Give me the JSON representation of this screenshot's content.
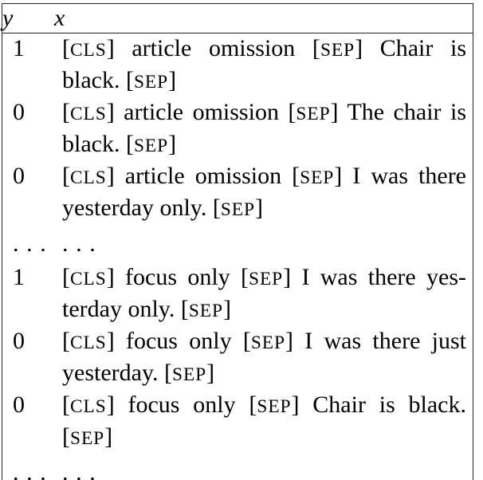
{
  "table": {
    "headers": {
      "y": "y",
      "x": "x"
    },
    "special_tokens": [
      "CLS",
      "SEP"
    ],
    "ellipsis": "...",
    "rows": [
      {
        "y": "1",
        "lines": [
          "[CLS] article omission [SEP] Chair is",
          "black. [SEP]"
        ]
      },
      {
        "y": "0",
        "lines": [
          "[CLS] article omission [SEP] The chair is",
          "black. [SEP]"
        ]
      },
      {
        "y": "0",
        "lines": [
          "[CLS] article omission [SEP] I was there",
          "yesterday only. [SEP]"
        ]
      },
      {
        "y": "...",
        "lines": [
          "..."
        ]
      },
      {
        "y": "1",
        "lines": [
          "[CLS] focus only [SEP] I was there yes-",
          "terday only. [SEP]"
        ]
      },
      {
        "y": "0",
        "lines": [
          "[CLS] focus only [SEP] I was there just",
          "yesterday. [SEP]"
        ]
      },
      {
        "y": "0",
        "lines": [
          "[CLS] focus only [SEP] Chair is black.",
          "[SEP]"
        ]
      },
      {
        "y": "...",
        "lines": [
          "..."
        ]
      }
    ]
  }
}
